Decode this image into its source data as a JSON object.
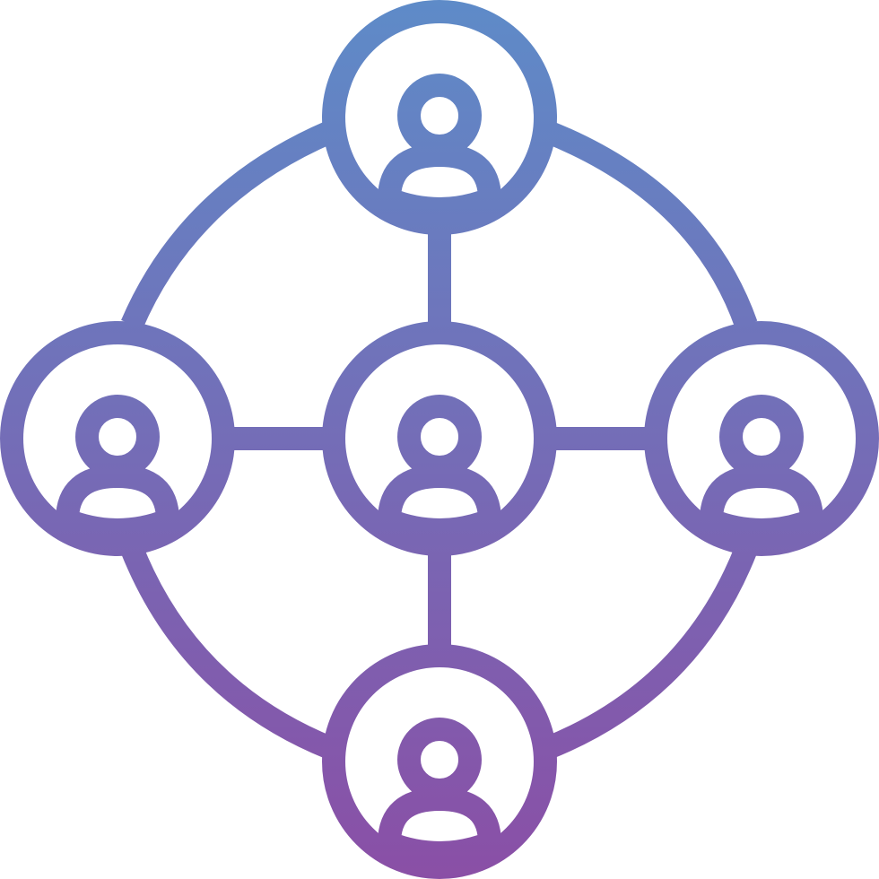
{
  "icon": {
    "name": "people-network-icon",
    "gradient": {
      "top": "#5E8BC8",
      "bottom": "#8A4FA6"
    },
    "background": "#ffffff",
    "nodes": [
      {
        "id": "top",
        "icon": "user-icon"
      },
      {
        "id": "left",
        "icon": "user-icon"
      },
      {
        "id": "center",
        "icon": "user-icon"
      },
      {
        "id": "right",
        "icon": "user-icon"
      },
      {
        "id": "bottom",
        "icon": "user-icon"
      }
    ]
  }
}
